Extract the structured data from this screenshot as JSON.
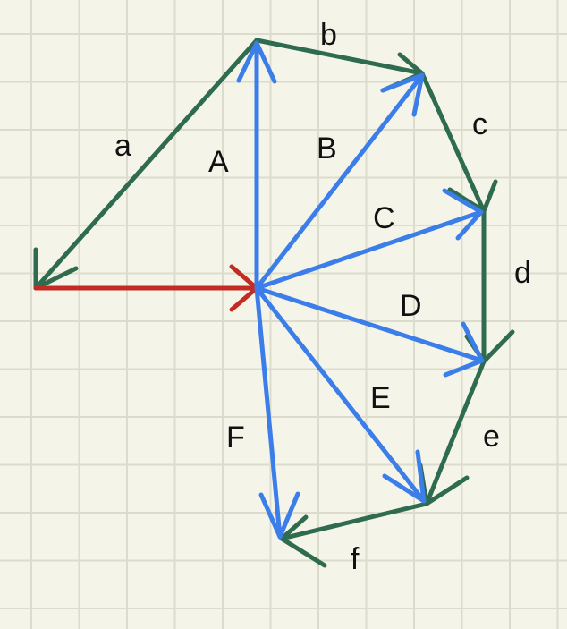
{
  "colors": {
    "background": "#f4f4e9",
    "grid": "#dcdccd",
    "green": "#2e6b4f",
    "blue": "#3b7de9",
    "red": "#c42b22",
    "text": "#111111"
  },
  "labels": {
    "a": "a",
    "b": "b",
    "c": "c",
    "d": "d",
    "e": "e",
    "f": "f",
    "A": "A",
    "B": "B",
    "C": "C",
    "D": "D",
    "E": "E",
    "F": "F"
  }
}
